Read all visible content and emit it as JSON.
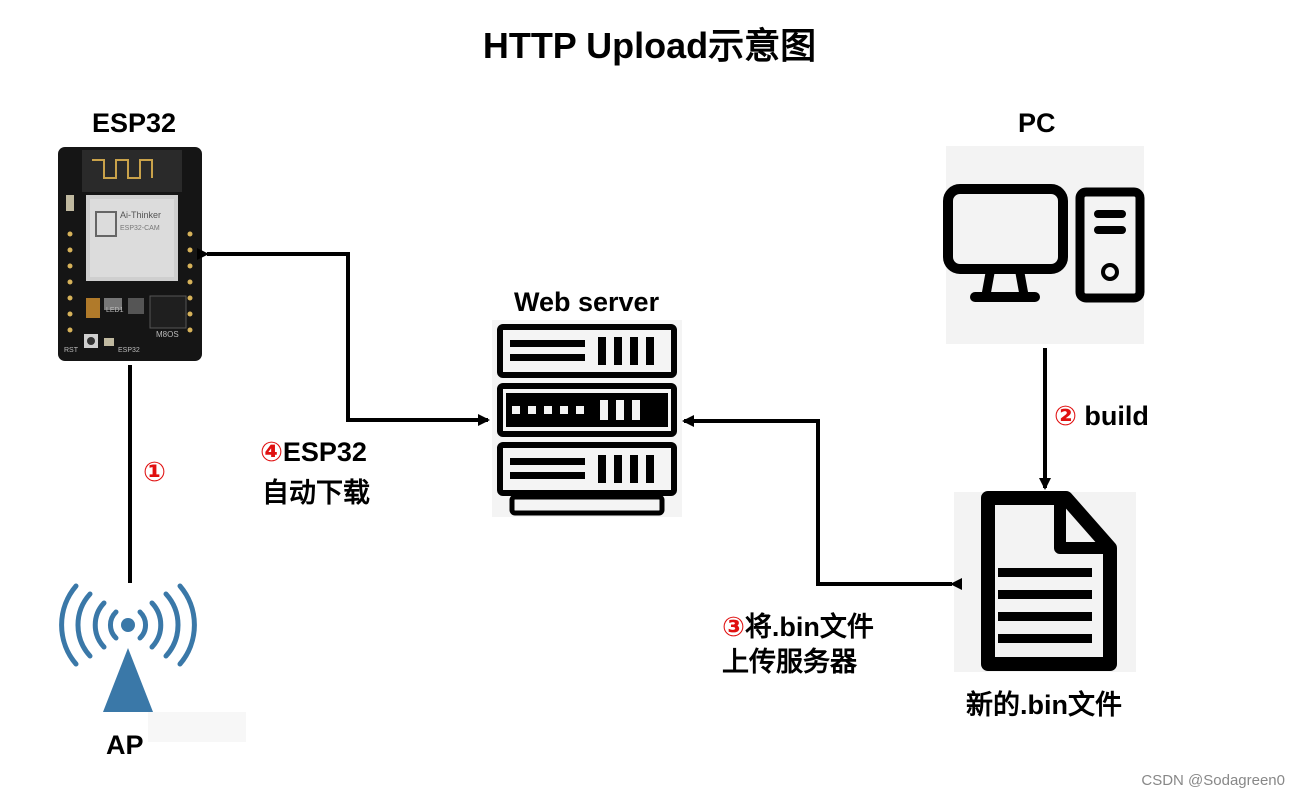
{
  "title": "HTTP Upload示意图",
  "nodes": {
    "esp32": {
      "label": "ESP32",
      "module_text": [
        "Ai-Thinker",
        "ESP32-CAM"
      ],
      "board_text": [
        "LED1",
        "RST",
        "ESP32",
        "M8OS"
      ]
    },
    "pc": {
      "label": "PC"
    },
    "server": {
      "label": "Web server"
    },
    "file": {
      "label": "新的.bin文件"
    },
    "ap": {
      "label": "AP"
    }
  },
  "edges": {
    "ap_esp32": {
      "marker": "①"
    },
    "pc_file": {
      "marker": "②",
      "text": "build"
    },
    "file_server": {
      "marker": "③",
      "line1": "将.bin文件",
      "line2": "上传服务器"
    },
    "server_esp32": {
      "marker": "④",
      "line1": "ESP32",
      "line2": "自动下载"
    }
  },
  "watermark": "CSDN @Sodagreen0",
  "colors": {
    "marker": "#e01010",
    "board": "#151515",
    "wifi": "#3a78a8"
  }
}
